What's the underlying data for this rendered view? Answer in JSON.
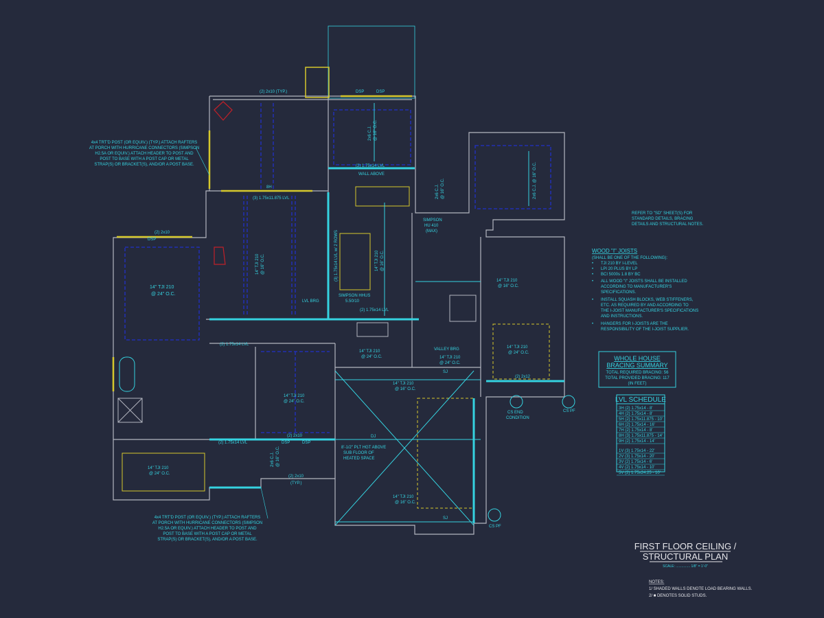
{
  "notes_left_top": [
    "4x4 TRT'D POST (OR EQUIV.) (TYP.) ATTACH RAFTERS",
    "AT PORCH WITH HURRICANE CONNECTORS (SIMPSON",
    "H2.5A OR EQUIV.) ATTACH HEADER TO POST AND",
    "POST TO BASE WITH A POST CAP OR METAL",
    "STRAP(S) OR BRACKET(S), AND/OR A POST BASE."
  ],
  "notes_left_bottom": [
    "4x4 TRT'D POST (OR EQUIV.) (TYP.) ATTACH RAFTERS",
    "AT PORCH WITH HURRICANE CONNECTORS (SIMPSON",
    "H2.5A OR EQUIV.) ATTACH HEADER TO POST AND",
    "POST TO BASE WITH A POST CAP OR METAL",
    "STRAP(S) OR BRACKET(S), AND/OR A POST BASE."
  ],
  "refer_note": [
    "REFER TO \"SD\" SHEET(S) FOR",
    "STANDARD DETAILS, BRACING",
    "DETAILS AND STRUCTURAL NOTES."
  ],
  "joists": {
    "title": "WOOD \"I\" JOISTS",
    "subtitle": "(SHALL BE ONE OF THE FOLLOWING):",
    "options": [
      "TJI 210 BY I-LEVEL",
      "LPI 20 PLUS BY LP",
      "BCI 5000s 1.8 BY BC"
    ],
    "bullets": [
      [
        "ALL WOOD \"I\" JOISTS SHALL BE INSTALLED",
        "ACCORDING TO MANUFACTURER'S",
        "SPECIFICATIONS."
      ],
      [
        "INSTALL SQUASH BLOCKS, WEB STIFFENERS,",
        "ETC. AS REQUIRED BY AND ACCORDING TO",
        "THE I-JOIST MANUFACTURER'S SPECIFICATIONS",
        "AND INSTRUCTIONS."
      ],
      [
        "HANGERS FOR I-JOISTS ARE THE",
        "RESPONSIBILITY OF THE I-JOIST SUPPLIER."
      ]
    ]
  },
  "bracing": {
    "title1": "WHOLE HOUSE",
    "title2": "BRACING SUMMARY",
    "required": "TOTAL REQUIRED BRACING: 56",
    "provided": "TOTAL PROVIDED BRACING: 117",
    "units": "(IN FEET)"
  },
  "lvl_schedule": {
    "title": "LVL SCHEDULE",
    "group1": [
      "3H  (2) 1.75x14 - 8'",
      "4H  (2) 1.75x14 - 8'",
      "5H  (2) 1.75x11.875 - 10'",
      "6H  (2) 1.75x14 - 16'",
      "7H  (2) 1.75x14 - 8'",
      "8H  (3) 1.75x11.875 - 14'",
      "9H  (2) 1.75x14 - 14'"
    ],
    "group2": [
      "1V  (3) 1.75x14 - 22'",
      "2V  (3) 1.75x14 - 20'",
      "3V  (2) 1.75x14 - 6'",
      "4V  (2) 1.75x14 - 10'",
      "5V  (2) 1.75x24.25 - 10'"
    ]
  },
  "title_block": {
    "line1": "FIRST FLOOR CEILING /",
    "line2": "STRUCTURAL PLAN",
    "scale": "SCALE: ............... 1/8\" = 1'-0\""
  },
  "notes": {
    "heading": "NOTES:",
    "items": [
      "1/ SHADED WALLS DENOTE LOAD BEARING WALLS.",
      "2/ ■ DENOTES SOLID STUDS."
    ]
  },
  "plan_labels": [
    "(2) 2x10 (TYP.)",
    "DSP",
    "DSP",
    "2x6 C.J.",
    "@ 16\" O.C.",
    "(2) 1.75x14 LVL",
    "WALL ABOVE",
    "(3) 1.75x11.875 LVL",
    "8H",
    "14\" TJI 210",
    "@ 16\" O.C.",
    "(3) 1.75x14 LVL w/ 2 ROWS",
    "14\" TJI 210",
    "@ 16\" O.C.",
    "SIMPSON HHUS",
    "5.50/10",
    "LVL BRG",
    "(2) 1.75x14 LVL",
    "(2) 2x10",
    "DSP",
    "14\" TJI 210",
    "@ 24\" O.C.",
    "(2) 1.75x14 LVL",
    "14\" TJI 210",
    "@ 24\" O.C.",
    "(2) 2x10",
    "DSP",
    "DSP",
    "(2) 1.75x14 LVL",
    "14\" TJI 210",
    "@ 24\" O.C.",
    "(2) 2x10",
    "(TYP.)",
    "14\" TJI 210",
    "@ 24\" O.C.",
    "VALLEY BRG",
    "14\" TJI 210",
    "@ 24\" O.C.",
    "14\" TJI 210",
    "@ 16\" O.C.",
    "SJ",
    "DJ",
    "8'-1/2\" PLT HGT ABOVE",
    "SUB FLOOR OF",
    "HEATED SPACE",
    "14\" TJI 210",
    "@ 16\" O.C.",
    "SJ",
    "14\" TJI 210",
    "@ 16\" O.C.",
    "14\" TJI 210",
    "@ 24\" O.C.",
    "(2) 2x12",
    "CS END",
    "CONDITION",
    "CS PF",
    "CS PF",
    "SIMPSON",
    "HU 410",
    "(MAX)",
    "2x6 C.J.",
    "@ 16\" O.C.",
    "2x6 C.J. @ 16\" O.C.",
    "2x6 C.J.",
    "@ 16\" O.C."
  ],
  "colors": {
    "background": "#252a3c",
    "cyan": "#35d3e0",
    "yellow": "#d6c82c",
    "joist_blue": "#2230c8",
    "wall": "#b4b6c0"
  }
}
